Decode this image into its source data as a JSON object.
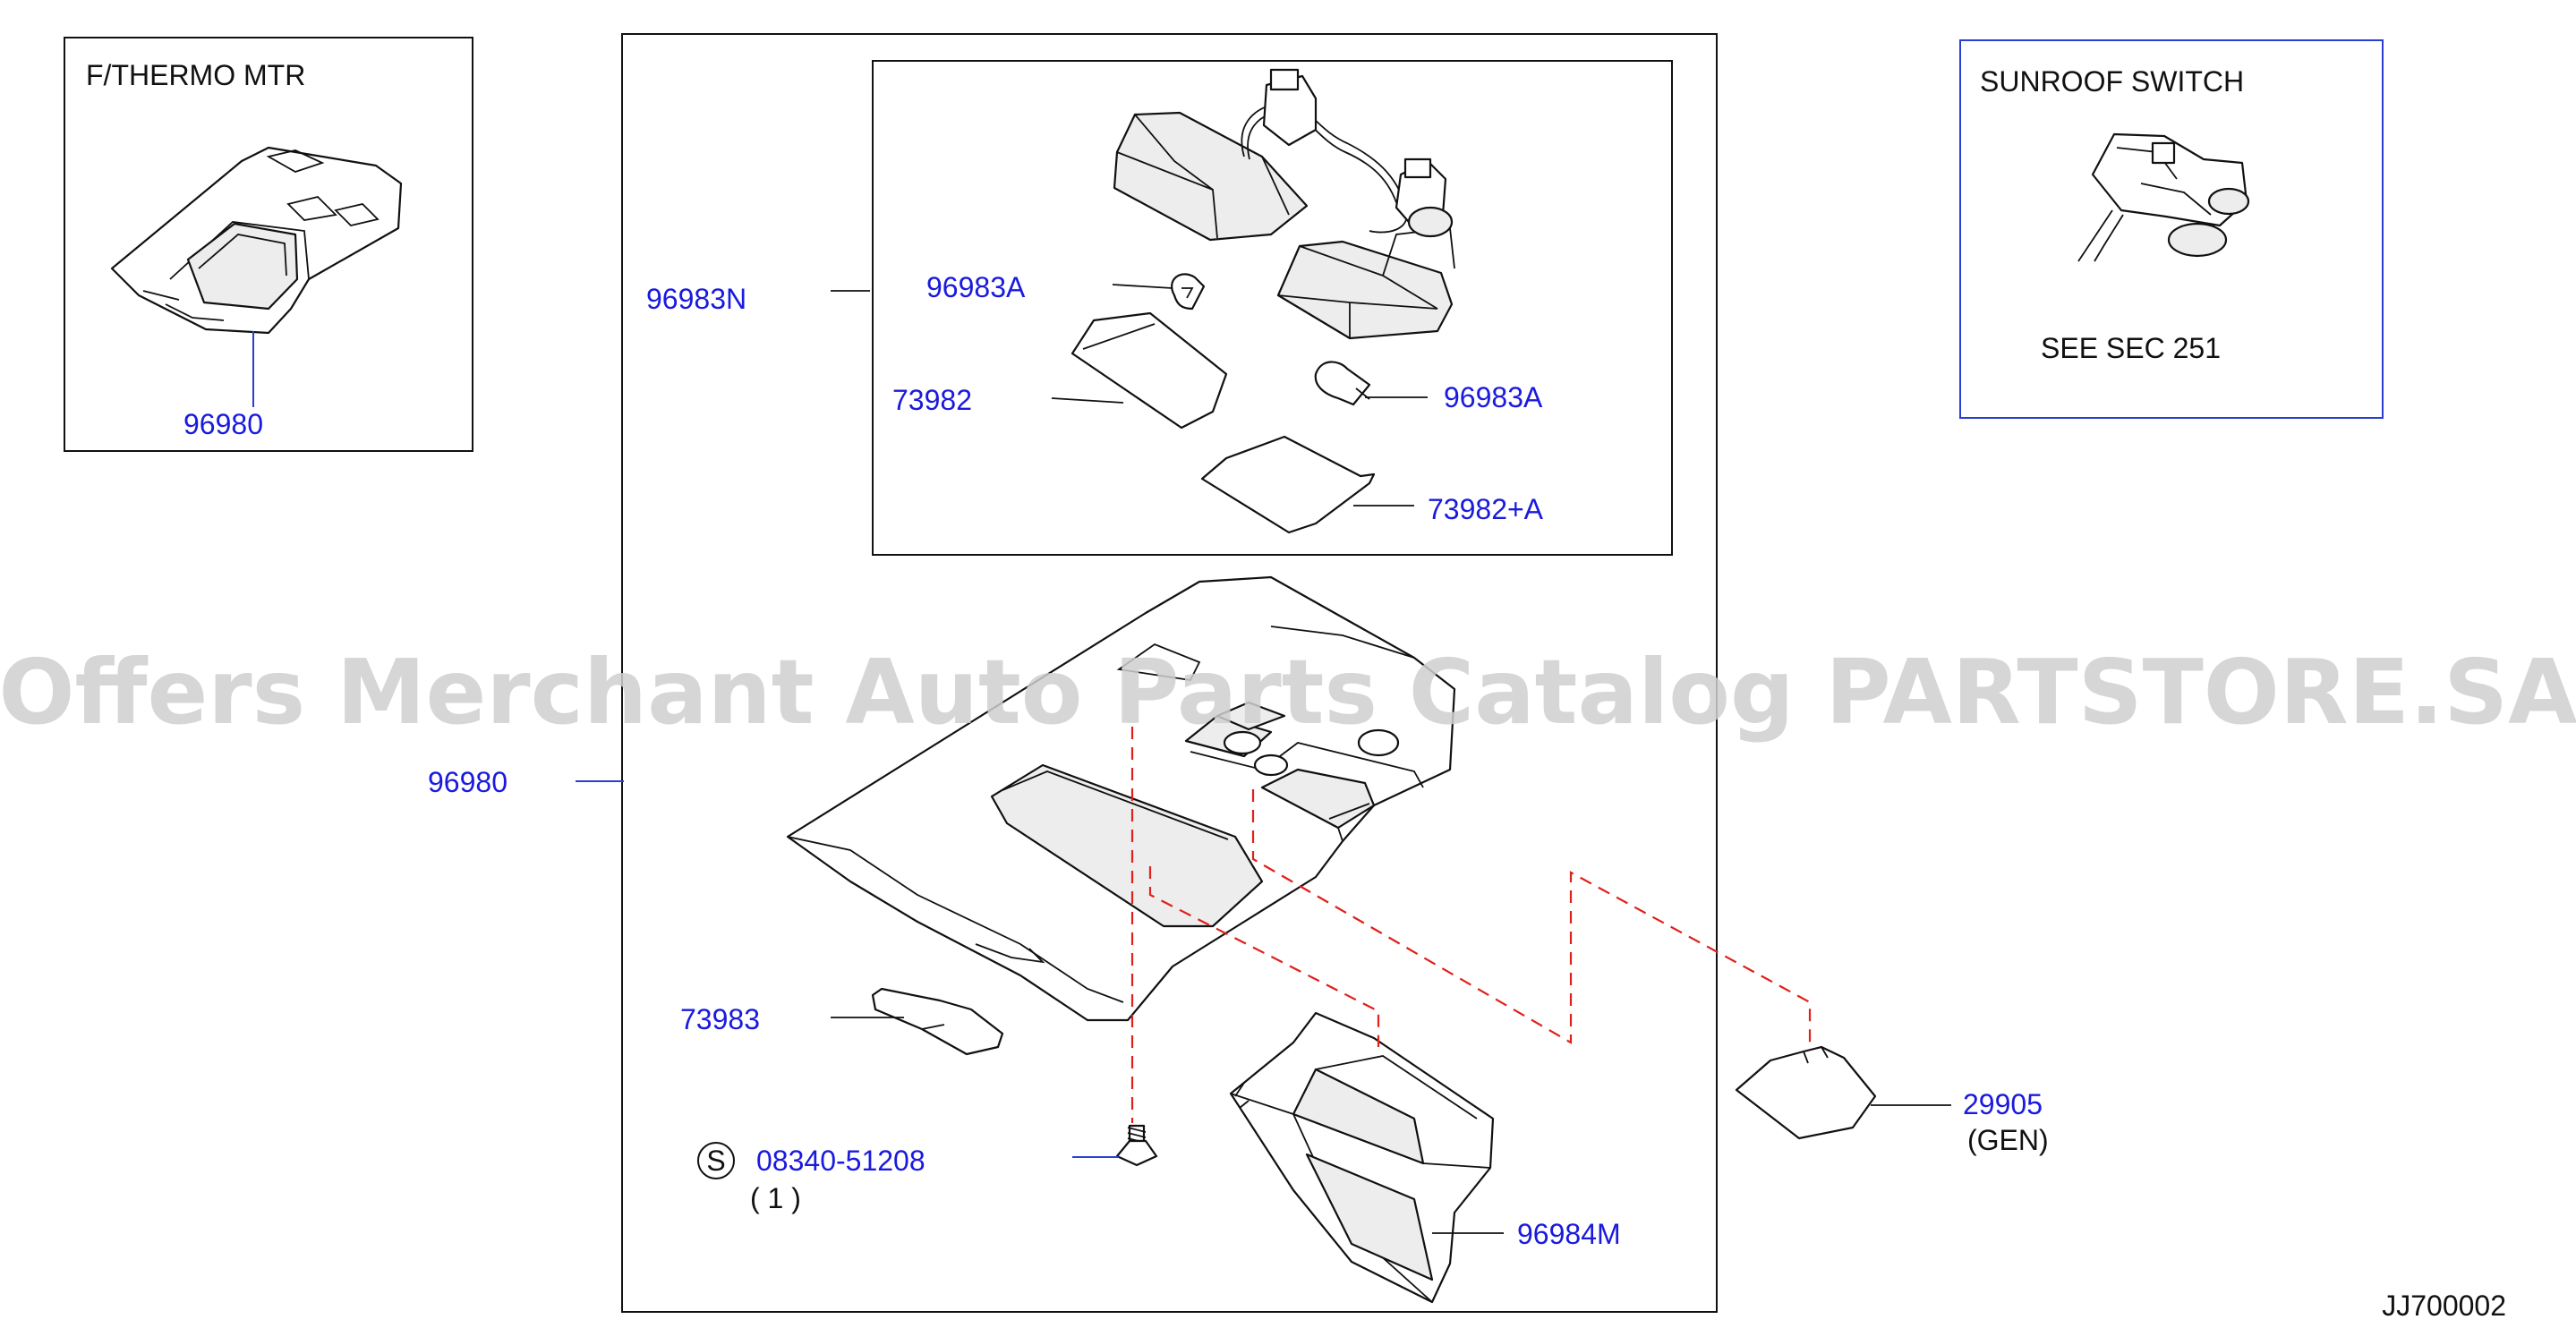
{
  "boxes": {
    "thermo_title": "F/THERMO  MTR",
    "sunroof_title": "SUNROOF  SWITCH",
    "sunroof_note": "SEE  SEC  251"
  },
  "parts": {
    "p96980_small": "96980",
    "p96983N": "96983N",
    "p96983A_1": "96983A",
    "p96983A_2": "96983A",
    "p73982": "73982",
    "p73982A": "73982+A",
    "p96980_main": "96980",
    "p73983": "73983",
    "p08340": "08340-51208",
    "p08340_qty": "(  1  )",
    "p96984M": "96984M",
    "p29905": "29905",
    "p29905_note": "(GEN)"
  },
  "symbols": {
    "standard_part": "S"
  },
  "diagram_code": "JJ700002",
  "watermark": "Offers Merchant Auto Parts Catalog PARTSTORE.SA",
  "colors": {
    "part_number": "#1a1adf",
    "callout_line": "#2a3fd0",
    "dash_line": "#e0201a",
    "watermark": "#cfcfcf"
  }
}
